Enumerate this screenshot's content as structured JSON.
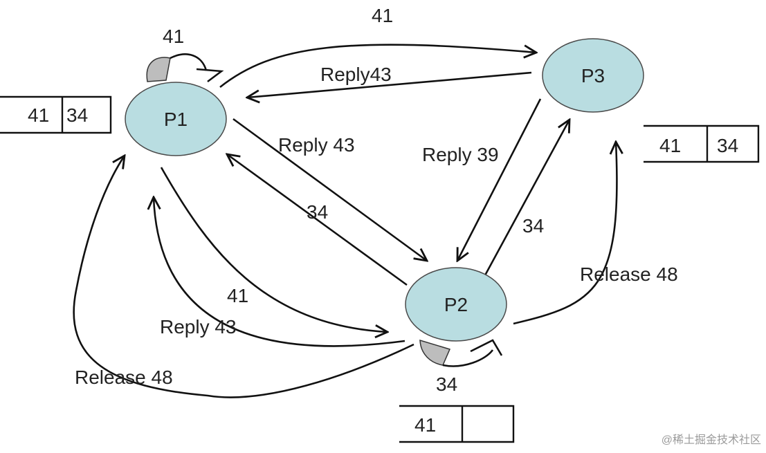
{
  "colors": {
    "node_fill": "#b9dde1",
    "node_stroke": "#4a4a4a",
    "edge": "#111111",
    "self_loop_fill": "#bdbdbd",
    "text": "#222222",
    "watermark": "#9a9a9a"
  },
  "nodes": {
    "p1": "P1",
    "p2": "P2",
    "p3": "P3"
  },
  "edges": {
    "p1_to_p3": "41",
    "p3_to_p1_reply": "Reply43",
    "p1_to_p2_reply": "Reply 43",
    "p2_to_p1": "34",
    "p3_to_p2_reply": "Reply 39",
    "p2_to_p3": "34",
    "p1_to_p2_request": "41",
    "p2_to_p1_reply": "Reply 43",
    "p2_to_p1_release": "Release 48",
    "p2_to_p3_release": "Release 48"
  },
  "self_loops": {
    "p1": "41",
    "p2": "34"
  },
  "queues": {
    "p1": [
      "41",
      "34"
    ],
    "p3": [
      "41",
      "34"
    ],
    "p2": [
      "41",
      ""
    ]
  },
  "watermark": "@稀土掘金技术社区"
}
